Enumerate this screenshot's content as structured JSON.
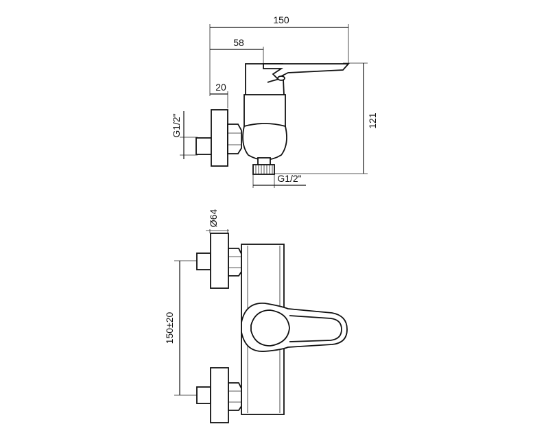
{
  "side_view": {
    "dim_total_width": "150",
    "dim_spout_depth": "58",
    "dim_flange_depth": "20",
    "dim_height": "121",
    "dim_inlet_thread": "G1/2\"",
    "dim_outlet_thread": "G1/2\""
  },
  "front_view": {
    "dim_flange_diameter": "Ø64",
    "dim_center_distance": "150±20"
  }
}
